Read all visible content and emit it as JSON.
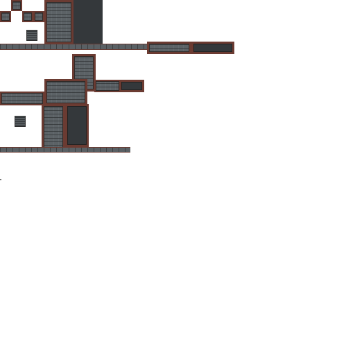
{
  "sheet": {
    "kind": "tileset",
    "tiles": [
      "brick-tile",
      "dark-panel-tile",
      "wall-strip-tile",
      "small-block-tile"
    ]
  },
  "colors": {
    "background": "#ffffff",
    "brick": "#5c6266",
    "mortar": "#2f2a28",
    "trim": "#6b3b32",
    "dark_panel": "#34383b"
  }
}
